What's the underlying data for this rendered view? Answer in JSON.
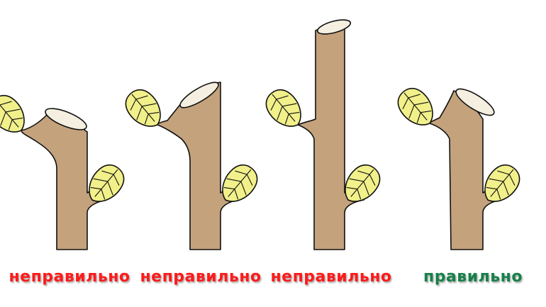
{
  "panels": [
    {
      "id": "cut-too-slanted-away",
      "caption": "неправильно",
      "verdict": "wrong"
    },
    {
      "id": "cut-slanted-toward-bud",
      "caption": "неправильно",
      "verdict": "wrong"
    },
    {
      "id": "stub-too-long",
      "caption": "неправильно",
      "verdict": "wrong"
    },
    {
      "id": "correct-cut",
      "caption": "правильно",
      "verdict": "right"
    }
  ],
  "colors": {
    "bark": "#c4a27c",
    "bark_outline": "#111111",
    "cut_face": "#f4efe0",
    "bud": "#f1f08a",
    "wrong": "#ff1a1a",
    "right": "#17804a"
  }
}
